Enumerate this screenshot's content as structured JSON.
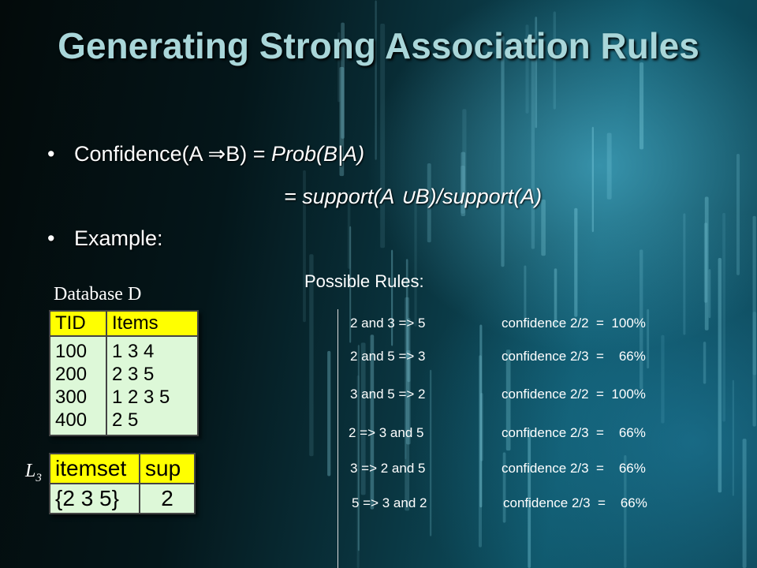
{
  "title": "Generating Strong Association Rules",
  "bullets": {
    "confidence_prefix": "Confidence(A ",
    "implies_symbol": "⇒",
    "confidence_mid": "B) = ",
    "confidence_prob": "Prob(B|A)",
    "cont_prefix": "= support(A ",
    "union_symbol": "∪",
    "cont_suffix": "B)/support(A)",
    "example": "Example:"
  },
  "database": {
    "caption": "Database D",
    "headers": [
      "TID",
      "Items"
    ],
    "tids": [
      "100",
      "200",
      "300",
      "400"
    ],
    "items": [
      "1 3 4",
      "2 3 5",
      "1 2 3 5",
      "2 5"
    ]
  },
  "l3": {
    "label": "L",
    "label_sub": "3",
    "headers": [
      "itemset",
      "sup"
    ],
    "itemset": "{2 3 5}",
    "sup": "2"
  },
  "rules": {
    "caption": "Possible Rules:",
    "items": [
      {
        "rule": "2 and 3 => 5",
        "confidence": "confidence 2/2  =  100%"
      },
      {
        "rule": "2 and 5 => 3",
        "confidence": "confidence 2/3  =    66%"
      },
      {
        "rule": "3 and 5 => 2",
        "confidence": "confidence 2/2  =  100%"
      },
      {
        "rule": "2 => 3 and 5",
        "confidence": "confidence 2/3  =    66%"
      },
      {
        "rule": "3 => 2 and 5",
        "confidence": "confidence 2/3  =    66%"
      },
      {
        "rule": "5 => 3 and 2",
        "confidence": "confidence 2/3  =    66%"
      }
    ]
  }
}
